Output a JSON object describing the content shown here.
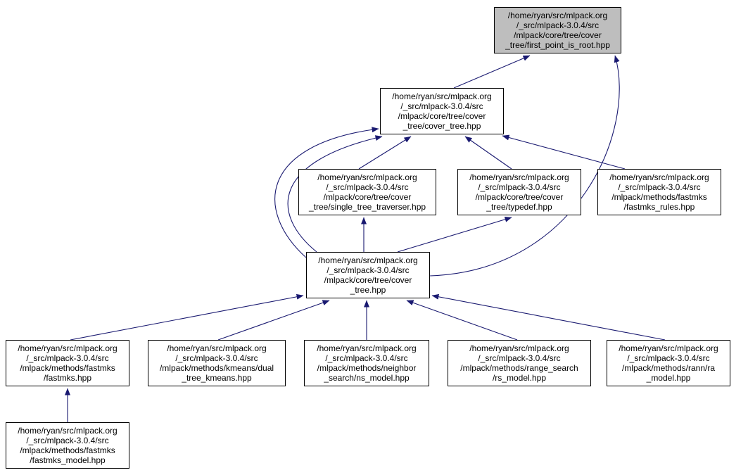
{
  "graph": {
    "colors": {
      "edge": "#191970",
      "node_border": "#000000",
      "node_fill": "#ffffff",
      "highlight_fill": "#bebebe",
      "text": "#000000",
      "background": "#ffffff"
    },
    "nodes": [
      {
        "id": "first-point-is-root",
        "highlighted": true,
        "lines": [
          "/home/ryan/src/mlpack.org",
          "/_src/mlpack-3.0.4/src",
          "/mlpack/core/tree/cover",
          "_tree/first_point_is_root.hpp"
        ]
      },
      {
        "id": "cover-tree-cover-tree",
        "highlighted": false,
        "lines": [
          "/home/ryan/src/mlpack.org",
          "/_src/mlpack-3.0.4/src",
          "/mlpack/core/tree/cover",
          "_tree/cover_tree.hpp"
        ]
      },
      {
        "id": "single-tree-traverser",
        "highlighted": false,
        "lines": [
          "/home/ryan/src/mlpack.org",
          "/_src/mlpack-3.0.4/src",
          "/mlpack/core/tree/cover",
          "_tree/single_tree_traverser.hpp"
        ]
      },
      {
        "id": "typedef",
        "highlighted": false,
        "lines": [
          "/home/ryan/src/mlpack.org",
          "/_src/mlpack-3.0.4/src",
          "/mlpack/core/tree/cover",
          "_tree/typedef.hpp"
        ]
      },
      {
        "id": "fastmks-rules",
        "highlighted": false,
        "lines": [
          "/home/ryan/src/mlpack.org",
          "/_src/mlpack-3.0.4/src",
          "/mlpack/methods/fastmks",
          "/fastmks_rules.hpp"
        ]
      },
      {
        "id": "cover-tree-facade",
        "highlighted": false,
        "lines": [
          "/home/ryan/src/mlpack.org",
          "/_src/mlpack-3.0.4/src",
          "/mlpack/core/tree/cover",
          "_tree.hpp"
        ]
      },
      {
        "id": "fastmks",
        "highlighted": false,
        "lines": [
          "/home/ryan/src/mlpack.org",
          "/_src/mlpack-3.0.4/src",
          "/mlpack/methods/fastmks",
          "/fastmks.hpp"
        ]
      },
      {
        "id": "dual-tree-kmeans",
        "highlighted": false,
        "lines": [
          "/home/ryan/src/mlpack.org",
          "/_src/mlpack-3.0.4/src",
          "/mlpack/methods/kmeans/dual",
          "_tree_kmeans.hpp"
        ]
      },
      {
        "id": "ns-model",
        "highlighted": false,
        "lines": [
          "/home/ryan/src/mlpack.org",
          "/_src/mlpack-3.0.4/src",
          "/mlpack/methods/neighbor",
          "_search/ns_model.hpp"
        ]
      },
      {
        "id": "rs-model",
        "highlighted": false,
        "lines": [
          "/home/ryan/src/mlpack.org",
          "/_src/mlpack-3.0.4/src",
          "/mlpack/methods/range_search",
          "/rs_model.hpp"
        ]
      },
      {
        "id": "ra-model",
        "highlighted": false,
        "lines": [
          "/home/ryan/src/mlpack.org",
          "/_src/mlpack-3.0.4/src",
          "/mlpack/methods/rann/ra",
          "_model.hpp"
        ]
      },
      {
        "id": "fastmks-model",
        "highlighted": false,
        "lines": [
          "/home/ryan/src/mlpack.org",
          "/_src/mlpack-3.0.4/src",
          "/mlpack/methods/fastmks",
          "/fastmks_model.hpp"
        ]
      }
    ],
    "edges": [
      {
        "from": "cover-tree-cover-tree",
        "to": "first-point-is-root"
      },
      {
        "from": "cover-tree-facade",
        "to": "first-point-is-root"
      },
      {
        "from": "single-tree-traverser",
        "to": "cover-tree-cover-tree"
      },
      {
        "from": "typedef",
        "to": "cover-tree-cover-tree"
      },
      {
        "from": "fastmks-rules",
        "to": "cover-tree-cover-tree"
      },
      {
        "from": "cover-tree-facade",
        "to": "cover-tree-cover-tree"
      },
      {
        "from": "cover-tree-facade",
        "to": "single-tree-traverser"
      },
      {
        "from": "cover-tree-facade",
        "to": "typedef"
      },
      {
        "from": "fastmks",
        "to": "cover-tree-facade"
      },
      {
        "from": "dual-tree-kmeans",
        "to": "cover-tree-facade"
      },
      {
        "from": "ns-model",
        "to": "cover-tree-facade"
      },
      {
        "from": "rs-model",
        "to": "cover-tree-facade"
      },
      {
        "from": "ra-model",
        "to": "cover-tree-facade"
      },
      {
        "from": "fastmks-model",
        "to": "fastmks"
      }
    ]
  }
}
